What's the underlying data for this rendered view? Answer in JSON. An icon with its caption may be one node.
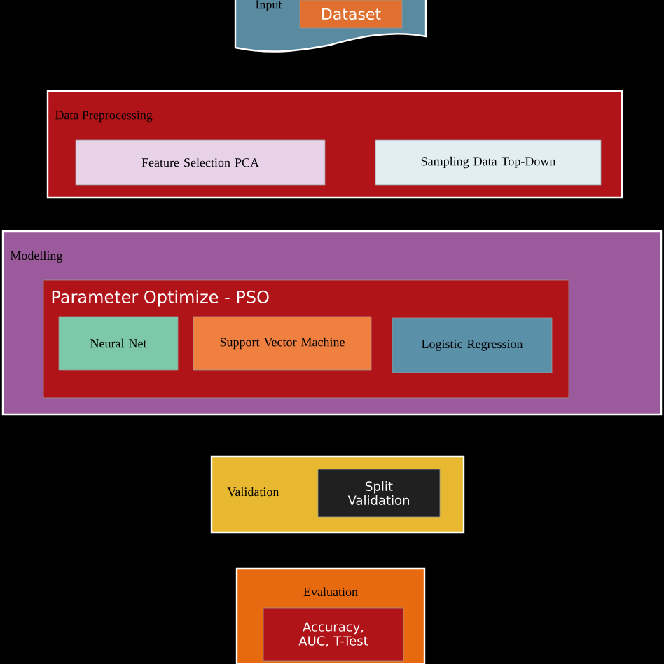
{
  "diagram": {
    "nodes": [
      {
        "text": [
          "Input"
        ]
      },
      {
        "text": [
          "Dataset"
        ],
        "in": 0
      },
      {
        "text": [
          "Data Preprocessing"
        ]
      },
      {
        "text": [
          "Feature Selection PCA"
        ],
        "in": 2
      },
      {
        "text": [
          "Sampling Data Top-Down"
        ],
        "in": 2
      },
      {
        "text": [
          "Modelling"
        ]
      },
      {
        "text": [
          "Parameter Optimize - PSO"
        ],
        "in": 5
      },
      {
        "text": [
          "Neural Net"
        ],
        "in": 6
      },
      {
        "text": [
          "Support Vector Machine"
        ],
        "in": 6
      },
      {
        "text": [
          "Logistic Regression"
        ],
        "in": 6
      },
      {
        "text": [
          "Validation"
        ]
      },
      {
        "text": [
          "Split Validation"
        ],
        "in": 10
      },
      {
        "text": [
          "Evaluation"
        ]
      },
      {
        "text": [
          "Accuracy, AUC, T-Test"
        ],
        "in": 12
      }
    ]
  }
}
